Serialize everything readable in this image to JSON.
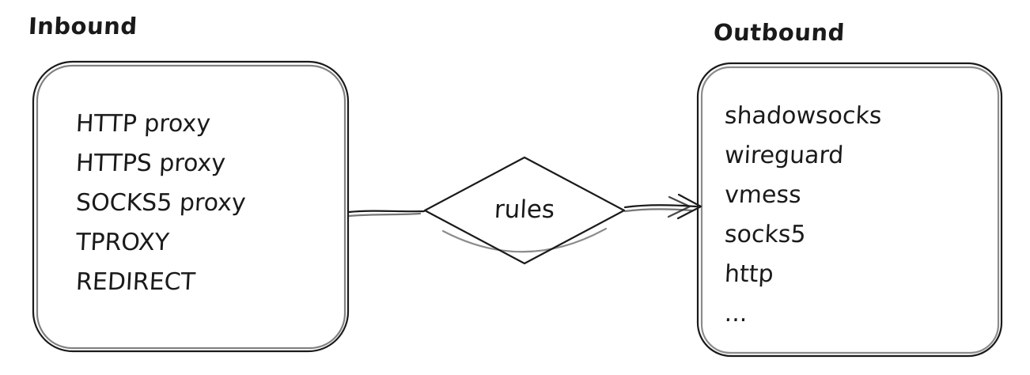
{
  "diagram": {
    "inbound": {
      "label": "Inbound",
      "items": [
        "HTTP proxy",
        "HTTPS proxy",
        "SOCKS5 proxy",
        "TPROXY",
        "REDIRECT"
      ]
    },
    "rules_node": {
      "label": "rules"
    },
    "outbound": {
      "label": "Outbound",
      "items": [
        "shadowsocks",
        "wireguard",
        "vmess",
        "socks5",
        "http",
        "..."
      ]
    },
    "colors": {
      "stroke": "#1a1a1a",
      "background": "#ffffff"
    }
  }
}
